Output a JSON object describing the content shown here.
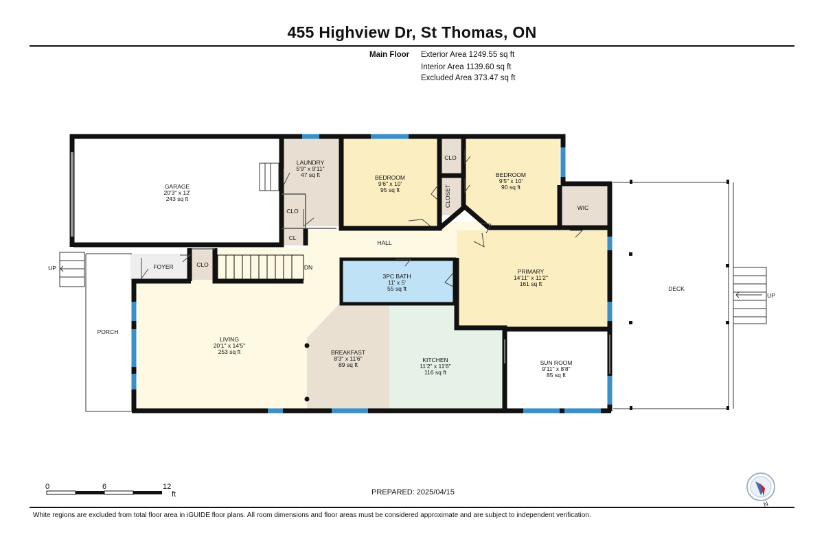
{
  "header": {
    "title": "455 Highview Dr, St Thomas, ON",
    "floor_name": "Main Floor",
    "areas": [
      "Exterior Area 1249.55 sq ft",
      "Interior Area 1139.60 sq ft",
      "Excluded Area 373.47 sq ft"
    ]
  },
  "rooms": {
    "garage": {
      "name": "GARAGE",
      "dims": "20'3\" x 12'",
      "area": "243 sq ft"
    },
    "laundry": {
      "name": "LAUNDRY",
      "dims": "5'9\" x 9'11\"",
      "area": "47 sq ft"
    },
    "bedroom1": {
      "name": "BEDROOM",
      "dims": "9'6\" x 10'",
      "area": "95 sq ft"
    },
    "bedroom2": {
      "name": "BEDROOM",
      "dims": "9'5\" x 10'",
      "area": "90 sq ft"
    },
    "bath": {
      "name": "3PC BATH",
      "dims": "11' x 5'",
      "area": "55 sq ft"
    },
    "primary": {
      "name": "PRIMARY",
      "dims": "14'11\" x 11'2\"",
      "area": "161 sq ft"
    },
    "living": {
      "name": "LIVING",
      "dims": "20'1\" x 14'5\"",
      "area": "253 sq ft"
    },
    "breakfast": {
      "name": "BREAKFAST",
      "dims": "8'3\" x 11'6\"",
      "area": "89 sq ft"
    },
    "kitchen": {
      "name": "KITCHEN",
      "dims": "11'2\" x 11'6\"",
      "area": "116 sq ft"
    },
    "sunroom": {
      "name": "SUN ROOM",
      "dims": "9'11\" x 8'8\"",
      "area": "85 sq ft"
    }
  },
  "labels": {
    "hall": "HALL",
    "foyer": "FOYER",
    "porch": "PORCH",
    "deck": "DECK",
    "wic": "WIC",
    "clo": "CLO",
    "cl": "CL",
    "closet": "CLOSET",
    "dn": "DN",
    "up": "UP"
  },
  "scale": {
    "ticks": [
      "0",
      "6",
      "12"
    ],
    "unit": "ft"
  },
  "compass": {
    "letter": "N"
  },
  "footer": {
    "prepared": "PREPARED: 2025/04/15",
    "disclaimer": "White regions are excluded from total floor area in iGUIDE floor plans. All room dimensions and floor areas must be considered approximate and are subject to independent verification."
  },
  "colors": {
    "wall": "#111111",
    "window": "#3a8fc9",
    "living": "#fdf9e3",
    "breakfast": "#e9e0d2",
    "kitchen": "#e6f2e8",
    "bath": "#bfe2f7",
    "bedroom": "#fbeec0",
    "primary": "#fbeec0",
    "laundry": "#e8dfd2",
    "hall": "#fdf9e3"
  }
}
